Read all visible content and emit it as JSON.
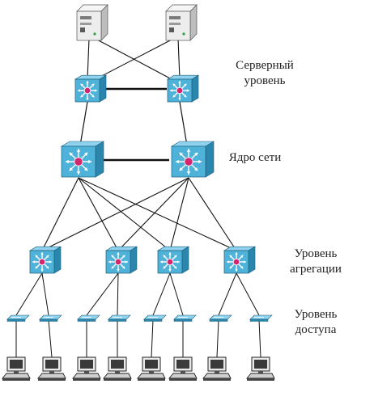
{
  "labels": {
    "server_level": [
      "Серверный",
      "уровень"
    ],
    "core_level": "Ядро сети",
    "aggregation_level": [
      "Уровень",
      "агрегации"
    ],
    "access_level": [
      "Уровень",
      "доступа"
    ]
  },
  "nodes": {
    "servers": 2,
    "server_switches": 2,
    "core_switches": 2,
    "aggregation_switches": 4,
    "access_switches": 8,
    "workstations": 8
  },
  "colors": {
    "switch_face": "#4fb3d9",
    "switch_side": "#2a86ad",
    "switch_top": "#8fd3ee",
    "switch_center": "#d6246e",
    "link": "#111111",
    "server_body": "#ededed",
    "pc_body": "#3a3a3a"
  },
  "icons": {
    "server": "server-icon",
    "switch": "multilayer-switch-icon",
    "access_switch": "workgroup-switch-icon",
    "workstation": "workstation-icon"
  }
}
